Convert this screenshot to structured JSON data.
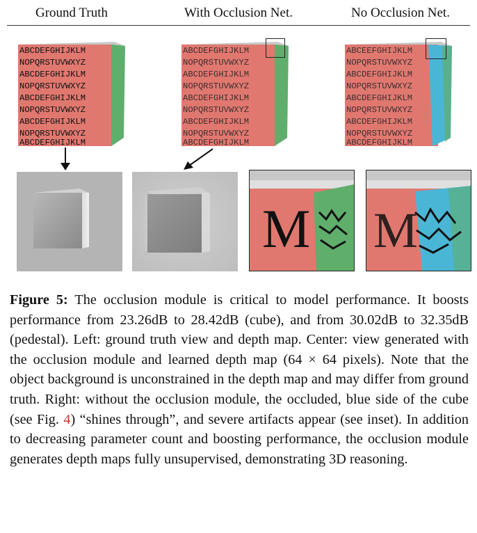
{
  "columns": {
    "ground_truth": "Ground Truth",
    "with_occlusion": "With Occlusion Net.",
    "no_occlusion": "No Occlusion Net."
  },
  "cube_text": {
    "row_a": "ABCDEFGHIJKLM",
    "row_b": "NOPQRSTUVWXYZ",
    "row_a_distorted": "ABCEEFGHIJKLM"
  },
  "inset_letters": {
    "with": "M",
    "no": "M"
  },
  "caption": {
    "label": "Figure 5:",
    "part1": " The occlusion module is critical to model performance. It boosts performance from 23.26dB to 28.42dB (cube), and from 30.02dB to 32.35dB (pedestal). Left: ground truth view and depth map.  Center:  view generated with the occlusion module and learned depth map (64 × 64 pixels).  Note that the object background is unconstrained in the depth map and may differ from ground truth. Right: without the occlusion module, the occluded, blue side of the cube (see Fig. ",
    "fig_ref": "4",
    "part2": ") “shines through”, and severe artifacts appear (see inset). In addition to decreasing parameter count and boosting performance, the occlusion module generates depth maps fully unsupervised, demonstrating 3D reasoning."
  },
  "colors": {
    "red_face": "#e07870",
    "green_face": "#5fae6c",
    "blue_face": "#4ab6d6",
    "top_face": "#c7c7c7",
    "fig_ref": "#c0392b"
  }
}
